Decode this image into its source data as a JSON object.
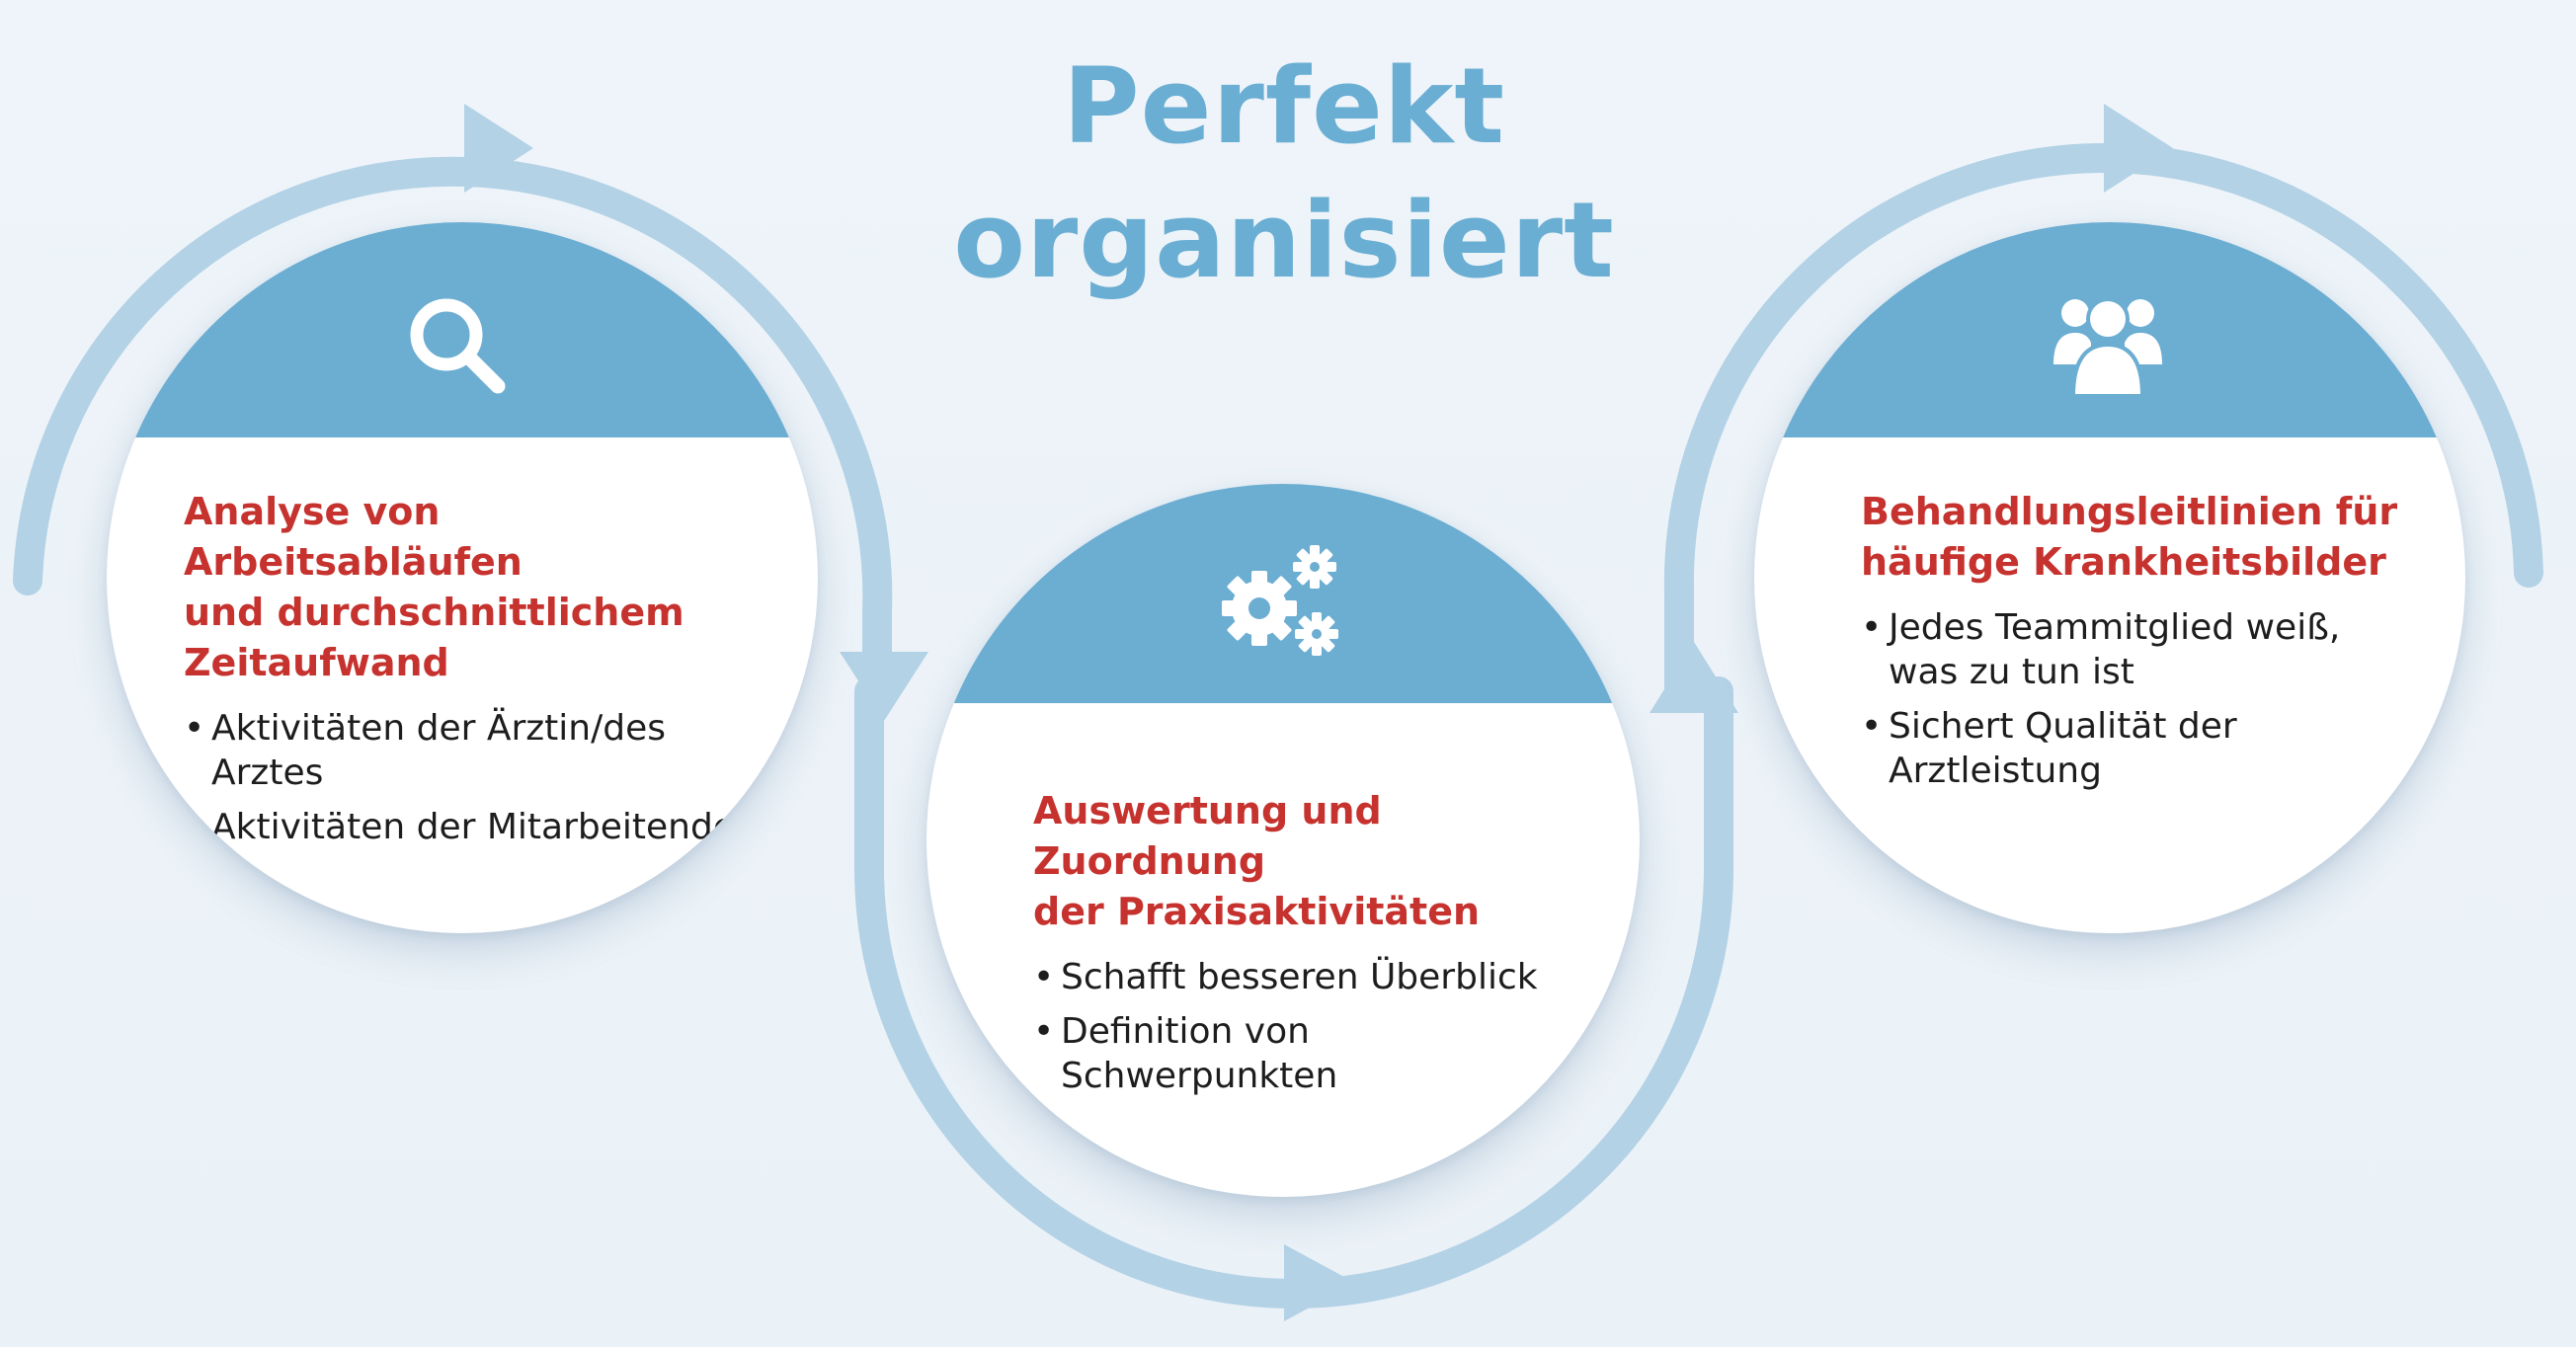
{
  "title": {
    "line1": "Perfekt",
    "line2": "organisiert"
  },
  "colors": {
    "background": "#edf3f8",
    "title": "#6aaed3",
    "card_header": "#6cadd2",
    "heading_red": "#c6322e",
    "loop_arrow": "#b3d2e6"
  },
  "cards": [
    {
      "icon": "search-icon",
      "heading": [
        "Analyse von Arbeitsabläufen",
        "und durchschnittlichem",
        "Zeitaufwand"
      ],
      "bullets": [
        [
          "Aktivitäten der Ärztin/des Arztes"
        ],
        [
          "Aktivitäten der Mitarbeitenden"
        ]
      ]
    },
    {
      "icon": "gears-icon",
      "heading": [
        "Auswertung und Zuordnung",
        "der Praxisaktivitäten"
      ],
      "bullets": [
        [
          "Schafft besseren Überblick"
        ],
        [
          "Definition von",
          "Schwerpunkten"
        ]
      ]
    },
    {
      "icon": "users-icon",
      "heading": [
        "Behandlungsleitlinien für",
        "häufige Krankheitsbilder"
      ],
      "bullets": [
        [
          "Jedes Teammitglied weiß,",
          "was zu tun ist"
        ],
        [
          "Sichert Qualität der",
          "Arztleistung"
        ]
      ]
    }
  ]
}
